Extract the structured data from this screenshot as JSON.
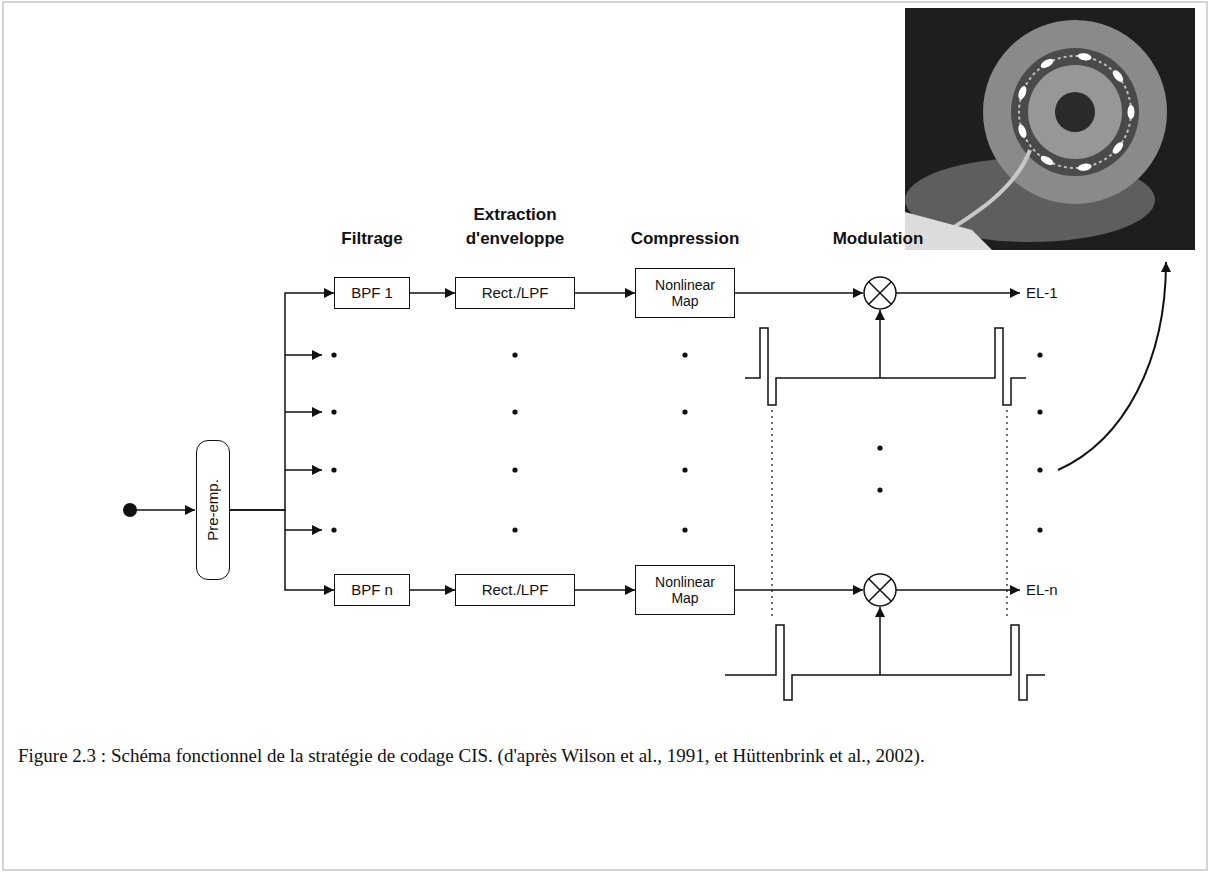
{
  "diagram": {
    "caption": "Figure 2.3 : Schéma fonctionnel de la stratégie de codage CIS. (d'après Wilson et al., 1991, et Hüttenbrink et al., 2002).",
    "nodes": [
      {
        "text": [
          "Pre-emp."
        ]
      },
      {
        "text": [
          "BPF 1"
        ]
      },
      {
        "text": [
          "Rect./LPF"
        ]
      },
      {
        "text": [
          "Nonlinear Map"
        ]
      },
      {
        "text": [
          "BPF n"
        ]
      },
      {
        "text": [
          "Rect./LPF"
        ]
      },
      {
        "text": [
          "Nonlinear Map"
        ]
      }
    ],
    "edges": [
      {
        "from": 0,
        "to": 1,
        "arrow": "to"
      },
      {
        "from": 0,
        "to": 4,
        "arrow": "to"
      },
      {
        "from": 1,
        "to": 2,
        "arrow": "to"
      },
      {
        "from": 2,
        "to": 3,
        "arrow": "to"
      },
      {
        "from": 4,
        "to": 5,
        "arrow": "to"
      },
      {
        "from": 5,
        "to": 6,
        "arrow": "to"
      }
    ],
    "labels": [
      "Filtrage",
      "Extraction d'enveloppe",
      "Compression",
      "Modulation",
      "EL-1",
      "EL-n"
    ]
  }
}
